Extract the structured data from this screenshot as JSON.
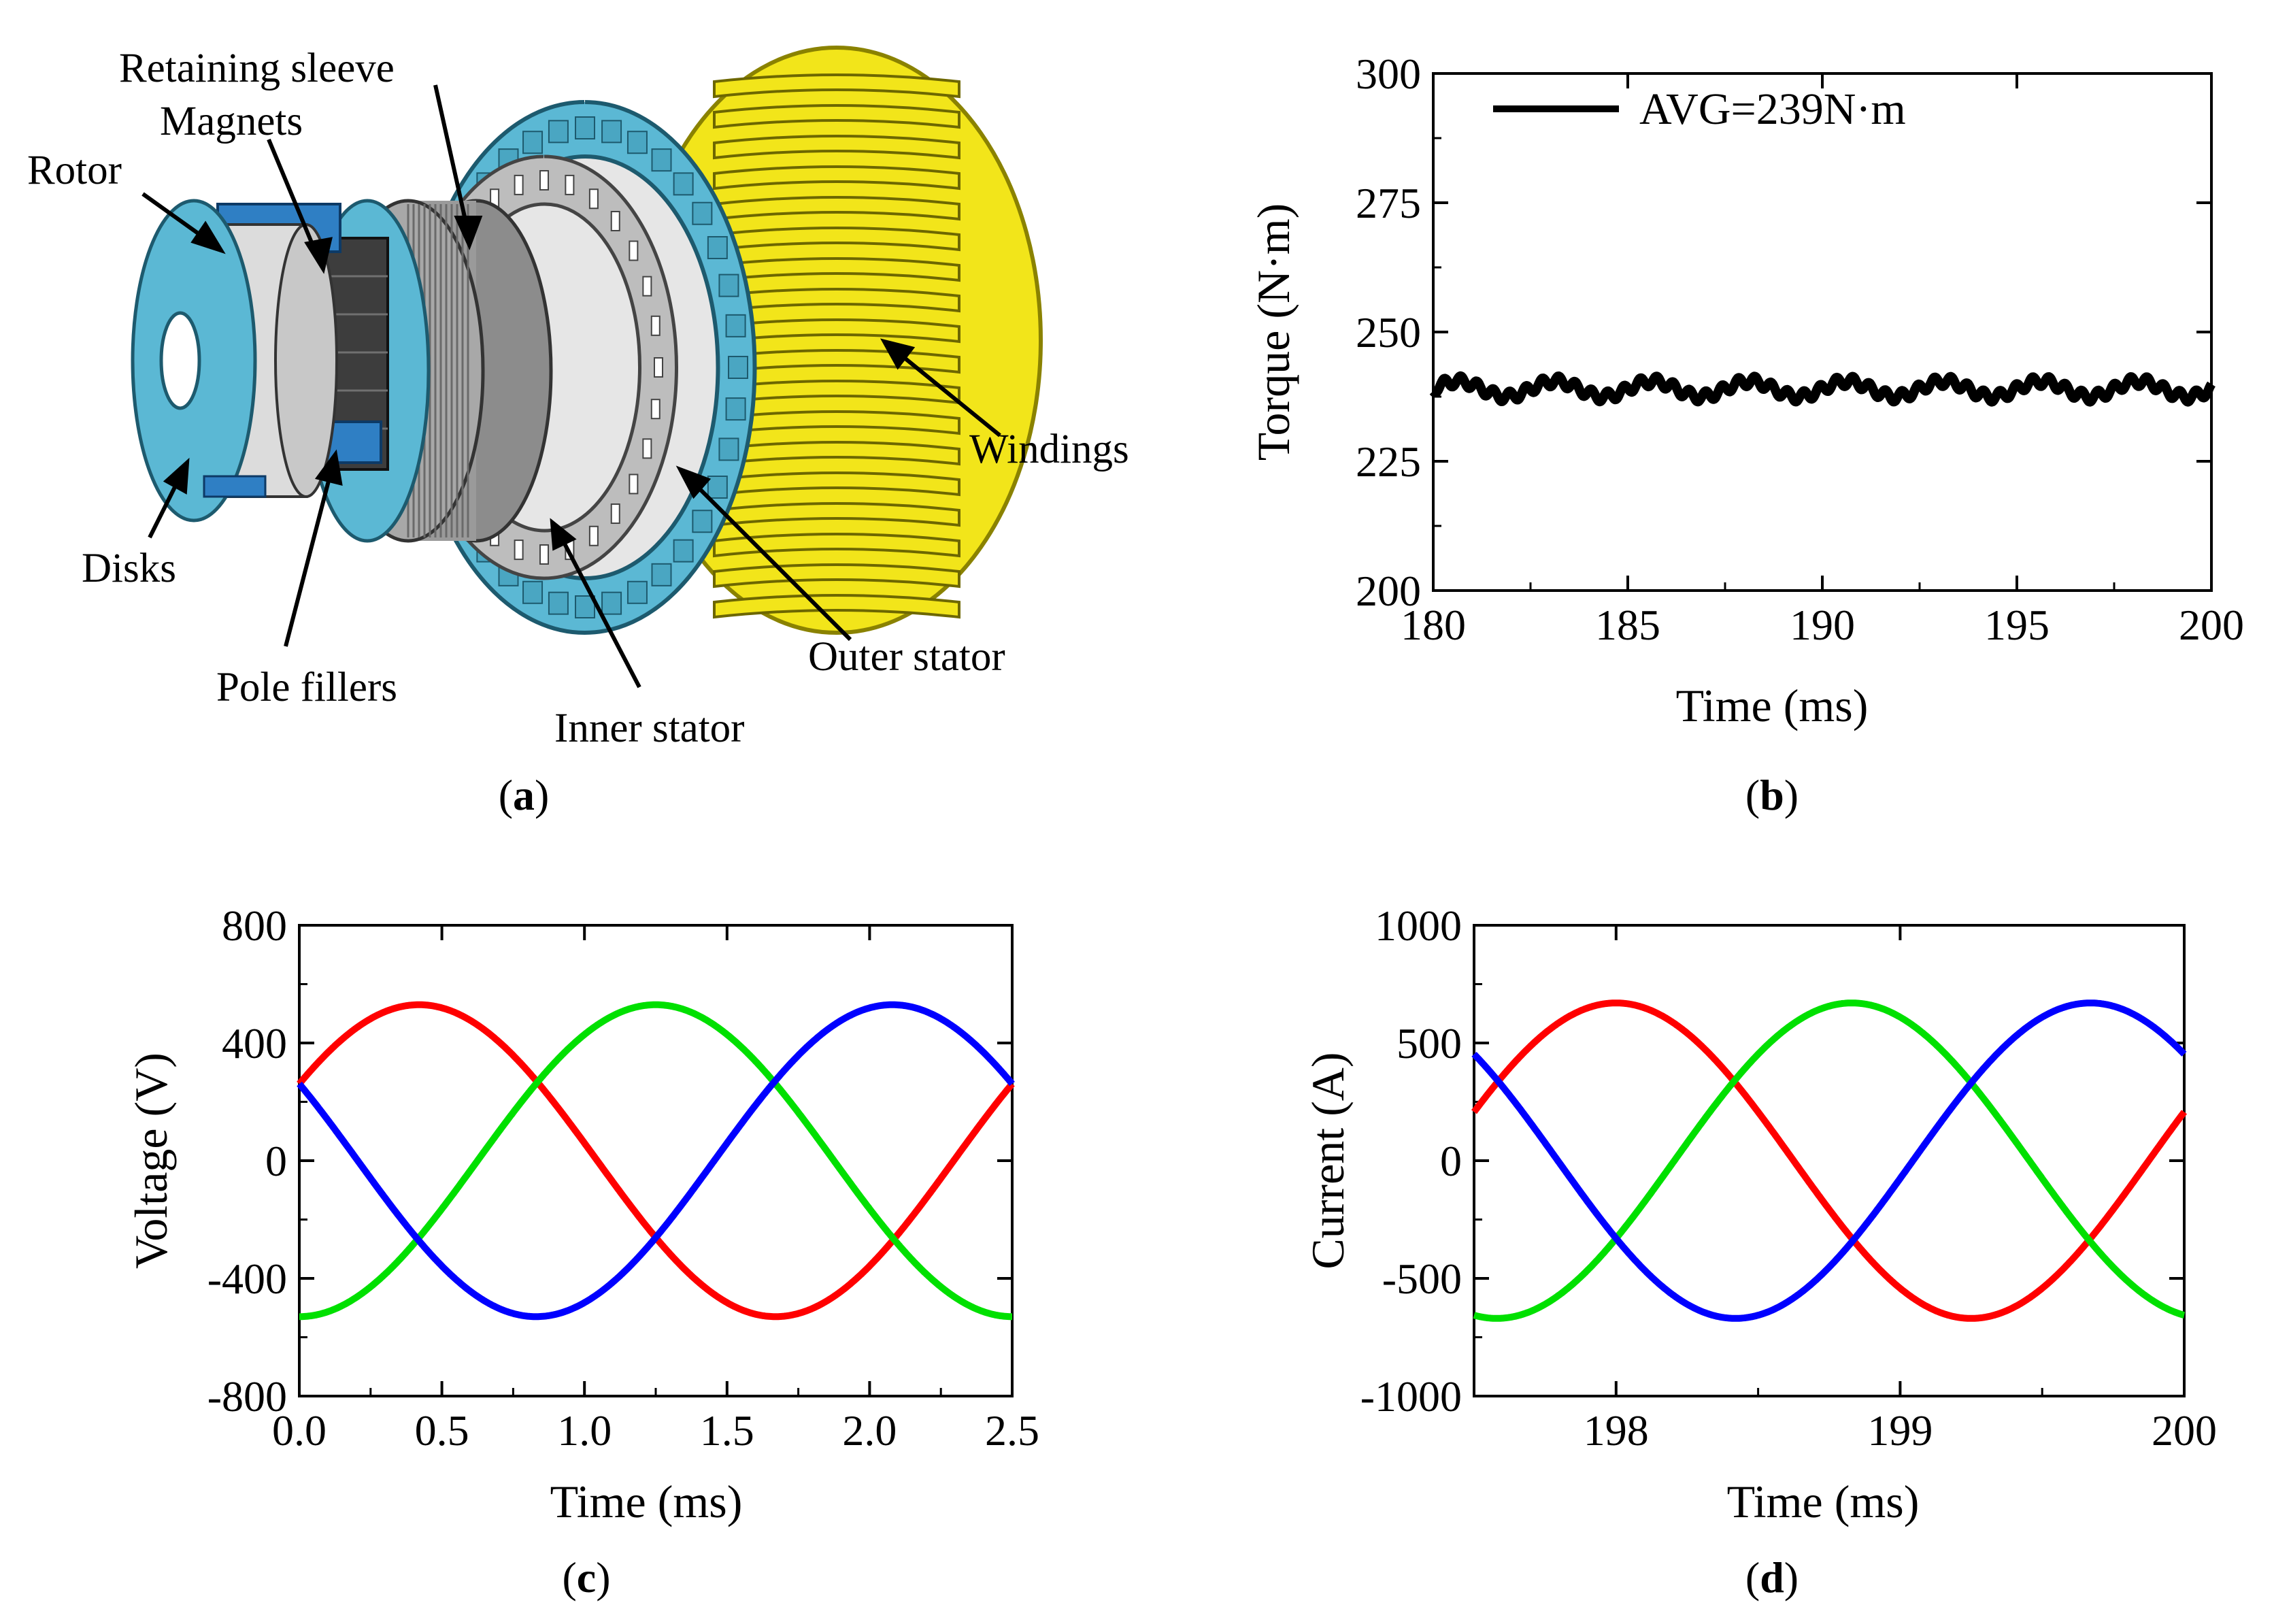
{
  "panel_a": {
    "labels": {
      "retaining_sleeve": "Retaining sleeve",
      "magnets": "Magnets",
      "rotor": "Rotor",
      "windings": "Windings",
      "disks": "Disks",
      "pole_fillers": "Pole fillers",
      "outer_stator": "Outer stator",
      "inner_stator": "Inner stator"
    },
    "caption": "a",
    "colors": {
      "cyan": "#5bb8d4",
      "yellow": "#f2e51a",
      "grey": "#b5b5b5",
      "dark": "#3a3a3a",
      "blue": "#2f7fc4"
    }
  },
  "captions": {
    "b": "b",
    "c": "c",
    "d": "d"
  },
  "chart_data": [
    {
      "id": "b",
      "type": "line",
      "xlabel": "Time (ms)",
      "ylabel": "Torque (N·m)",
      "xlim": [
        180,
        200
      ],
      "ylim": [
        200,
        300
      ],
      "xticks": [
        180,
        185,
        190,
        195,
        200
      ],
      "yticks": [
        200,
        225,
        250,
        275,
        300
      ],
      "legend": {
        "placement": "top-left",
        "label": "AVG=239N·m"
      },
      "series": [
        {
          "name": "AVG=239N·m",
          "color": "#000000",
          "mean": 239,
          "ripple_amplitude": 2.5,
          "ripple_period_ms": 2.5,
          "x_start": 180,
          "x_end": 200
        }
      ]
    },
    {
      "id": "c",
      "type": "line",
      "xlabel": "Time (ms)",
      "ylabel": "Voltage (V)",
      "xlim": [
        0.0,
        2.5
      ],
      "ylim": [
        -800,
        800
      ],
      "xticks": [
        "0.0",
        "0.5",
        "1.0",
        "1.5",
        "2.0",
        "2.5"
      ],
      "yticks": [
        "-800",
        "-400",
        "0",
        "400",
        "800"
      ],
      "series": [
        {
          "color": "#ff0000",
          "amplitude": 530,
          "period_ms": 2.5,
          "peak_at_ms": 0.42
        },
        {
          "color": "#00e000",
          "amplitude": 530,
          "period_ms": 2.5,
          "peak_at_ms": 1.25
        },
        {
          "color": "#0000ff",
          "amplitude": 530,
          "period_ms": 2.5,
          "peak_at_ms": 2.08
        }
      ]
    },
    {
      "id": "d",
      "type": "line",
      "xlabel": "Time (ms)",
      "ylabel": "Current (A)",
      "xlim": [
        197.5,
        200
      ],
      "ylim": [
        -1000,
        1000
      ],
      "xticks": [
        "198",
        "199",
        "200"
      ],
      "yticks": [
        "-1000",
        "-500",
        "0",
        "500",
        "1000"
      ],
      "series": [
        {
          "color": "#ff0000",
          "amplitude": 670,
          "period_ms": 2.5,
          "peak_at_ms": 198.0
        },
        {
          "color": "#00e000",
          "amplitude": 670,
          "period_ms": 2.5,
          "peak_at_ms": 198.83
        },
        {
          "color": "#0000ff",
          "amplitude": 670,
          "period_ms": 2.5,
          "peak_at_ms": 199.67
        }
      ]
    }
  ]
}
